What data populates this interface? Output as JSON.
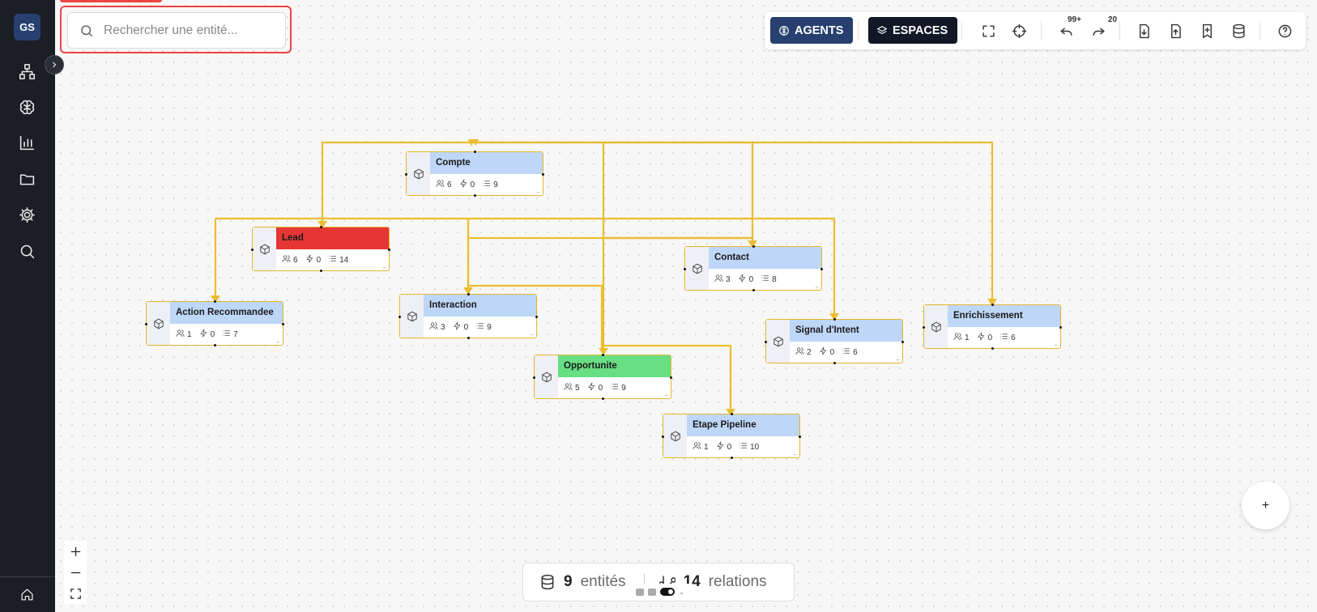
{
  "sidebar": {
    "avatar": "GS",
    "items": [
      {
        "name": "hierarchy-icon"
      },
      {
        "name": "brain-icon"
      },
      {
        "name": "chart-icon"
      },
      {
        "name": "folder-icon"
      },
      {
        "name": "settings-icon"
      },
      {
        "name": "search-icon"
      }
    ],
    "bottom_icon": "home-icon"
  },
  "search": {
    "placeholder": "Rechercher une entité..."
  },
  "toolbar": {
    "agents_label": "AGENTS",
    "espaces_label": "ESPACES",
    "undo_count": "99+",
    "redo_count": "20"
  },
  "entities": [
    {
      "id": "compte",
      "name": "Compte",
      "users": "6",
      "actions": "0",
      "fields": "9",
      "header_color": "#bed6f7"
    },
    {
      "id": "lead",
      "name": "Lead",
      "users": "6",
      "actions": "0",
      "fields": "14",
      "header_color": "#e53535"
    },
    {
      "id": "contact",
      "name": "Contact",
      "users": "3",
      "actions": "0",
      "fields": "8",
      "header_color": "#bed6f7"
    },
    {
      "id": "action",
      "name": "Action Recommandee",
      "users": "1",
      "actions": "0",
      "fields": "7",
      "header_color": "#bed6f7"
    },
    {
      "id": "interaction",
      "name": "Interaction",
      "users": "3",
      "actions": "0",
      "fields": "9",
      "header_color": "#bed6f7"
    },
    {
      "id": "signal",
      "name": "Signal d'Intent",
      "users": "2",
      "actions": "0",
      "fields": "6",
      "header_color": "#bed6f7"
    },
    {
      "id": "enrich",
      "name": "Enrichissement",
      "users": "1",
      "actions": "0",
      "fields": "6",
      "header_color": "#bed6f7"
    },
    {
      "id": "opportunite",
      "name": "Opportunite",
      "users": "5",
      "actions": "0",
      "fields": "9",
      "header_color": "#67df82"
    },
    {
      "id": "etape",
      "name": "Etape Pipeline",
      "users": "1",
      "actions": "0",
      "fields": "10",
      "header_color": "#bed6f7"
    }
  ],
  "stats": {
    "entities_count": "9",
    "entities_label": "entités",
    "relations_count": "14",
    "relations_label": "relations"
  },
  "colors": {
    "edge": "#ebbd2f",
    "sidebar": "#1b1e24",
    "agents": "#27406f",
    "espaces": "#121826"
  }
}
